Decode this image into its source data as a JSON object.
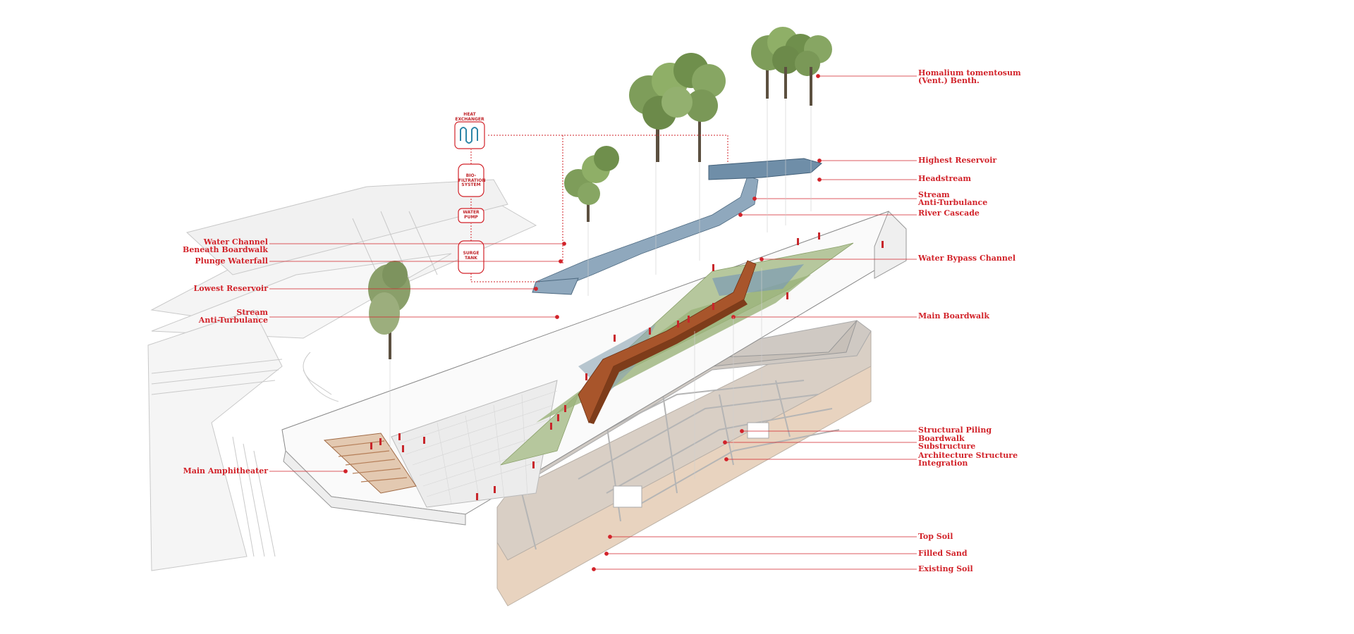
{
  "diagram": {
    "left_labels": [
      {
        "id": "water-channel-beneath-boardwalk",
        "lines": [
          "Water Channel",
          "Beneath Boardwalk"
        ]
      },
      {
        "id": "plunge-waterfall",
        "lines": [
          "Plunge Waterfall"
        ]
      },
      {
        "id": "lowest-reservoir",
        "lines": [
          "Lowest Reservoir"
        ]
      },
      {
        "id": "stream-anti-turbulance-left",
        "lines": [
          "Stream",
          "Anti-Turbulance"
        ]
      },
      {
        "id": "main-amphitheater",
        "lines": [
          "Main Amphitheater"
        ]
      }
    ],
    "right_labels": [
      {
        "id": "homalium-tomentosum",
        "lines": [
          "Homalium tomentosum",
          "(Vent.) Benth."
        ]
      },
      {
        "id": "highest-reservoir",
        "lines": [
          "Highest  Reservoir"
        ]
      },
      {
        "id": "headstream",
        "lines": [
          "Headstream"
        ]
      },
      {
        "id": "stream-anti-turbulance-right",
        "lines": [
          "Stream",
          "Anti-Turbulance"
        ]
      },
      {
        "id": "river-cascade",
        "lines": [
          "River Cascade"
        ]
      },
      {
        "id": "water-bypass-channel",
        "lines": [
          "Water Bypass Channel"
        ]
      },
      {
        "id": "main-boardwalk",
        "lines": [
          "Main Boardwalk"
        ]
      },
      {
        "id": "structural-piling",
        "lines": [
          "Structural Piling"
        ]
      },
      {
        "id": "boardwalk-substructure",
        "lines": [
          "Boardwalk",
          "Substructure"
        ]
      },
      {
        "id": "architecture-structure-integration",
        "lines": [
          "Architecture Structure",
          "Integration"
        ]
      },
      {
        "id": "top-soil",
        "lines": [
          "Top Soil"
        ]
      },
      {
        "id": "filled-sand",
        "lines": [
          "Filled Sand"
        ]
      },
      {
        "id": "existing-soil",
        "lines": [
          "Existing Soil"
        ]
      }
    ],
    "water_system": [
      {
        "id": "heat-exchanger",
        "lines": [
          "HEAT",
          "EXCHANGER"
        ]
      },
      {
        "id": "bio-filtration-system",
        "lines": [
          "BIO-",
          "FILTRATION",
          "SYSTEM"
        ]
      },
      {
        "id": "water-pump",
        "lines": [
          "WATER",
          "PUMP"
        ]
      },
      {
        "id": "surge-tank",
        "lines": [
          "SURGE",
          "TANK"
        ]
      }
    ],
    "colors": {
      "annotation": "#d2232a",
      "water": "#6f8ea8",
      "boardwalk": "#9a4a24",
      "vegetation": "#7d9a5a",
      "soil_top": "#d9cfc5",
      "soil_sand": "#e8d3bf",
      "structure_line": "#b9b9b9"
    }
  }
}
